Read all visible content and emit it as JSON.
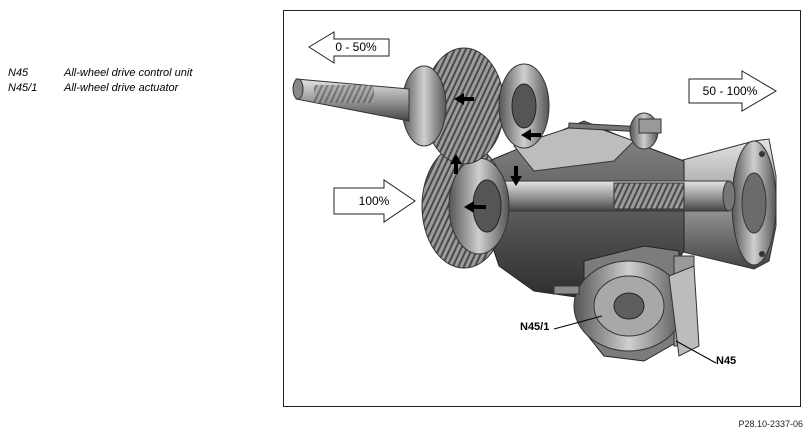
{
  "legend": [
    {
      "code": "N45",
      "description": "All-wheel drive control unit"
    },
    {
      "code": "N45/1",
      "description": "All-wheel drive actuator"
    }
  ],
  "diagram": {
    "flow_front": "0 - 50%",
    "flow_rear": "50 - 100%",
    "flow_input": "100%",
    "callout_actuator": "N45/1",
    "callout_control_unit": "N45"
  },
  "reference_code": "P28.10-2337-06"
}
